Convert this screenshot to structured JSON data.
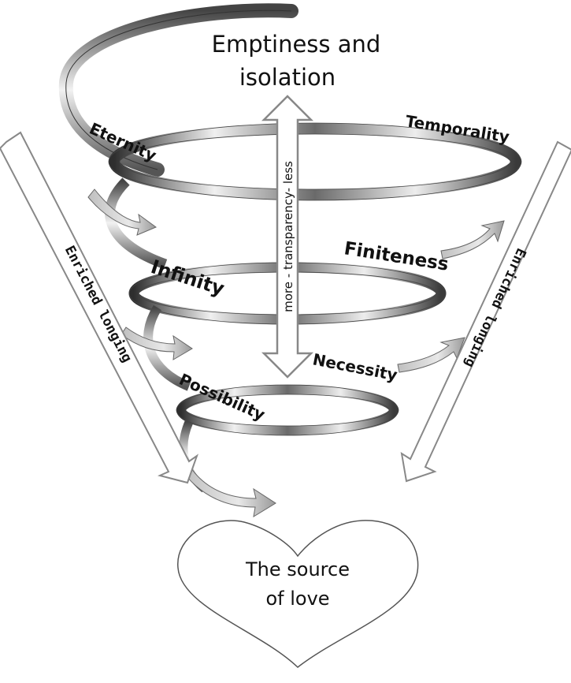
{
  "title_line1": "Emptiness and",
  "title_line2": "isolation",
  "vertical_arrow_label": "more - transparency- less",
  "labels": {
    "eternity": "Eternity",
    "temporality": "Temporality",
    "infinity": "Infinity",
    "finiteness": "Finiteness",
    "possibility": "Possibility",
    "necessity": "Necessity"
  },
  "left_arrow_text": "Enriched longing",
  "right_arrow_text": "Enriched longing",
  "heart_line1": "The source",
  "heart_line2": "of love",
  "colors": {
    "ribbon_dark": "#3a3a3a",
    "ribbon_light": "#e6e6e6",
    "outline": "#555555"
  }
}
